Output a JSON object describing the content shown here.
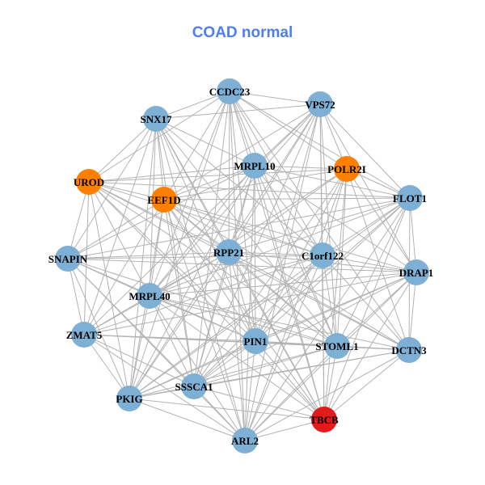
{
  "title": "COAD normal",
  "colors": {
    "default": "#7eb0d5",
    "orange": "#ff8000",
    "red": "#e31a1c",
    "edge": "#b3b3b3",
    "title": "#4f7ef0"
  },
  "nodes": [
    {
      "name": "CCDC23",
      "color": "default"
    },
    {
      "name": "VPS72",
      "color": "default"
    },
    {
      "name": "SNX17",
      "color": "default"
    },
    {
      "name": "MRPL10",
      "color": "default"
    },
    {
      "name": "POLR2I",
      "color": "orange"
    },
    {
      "name": "UROD",
      "color": "orange"
    },
    {
      "name": "EEF1D",
      "color": "orange"
    },
    {
      "name": "FLOT1",
      "color": "default"
    },
    {
      "name": "RPP21",
      "color": "default"
    },
    {
      "name": "C1orf122",
      "color": "default"
    },
    {
      "name": "SNAPIN",
      "color": "default"
    },
    {
      "name": "DRAP1",
      "color": "default"
    },
    {
      "name": "MRPL40",
      "color": "default"
    },
    {
      "name": "ZMAT5",
      "color": "default"
    },
    {
      "name": "PIN1",
      "color": "default"
    },
    {
      "name": "STOML1",
      "color": "default"
    },
    {
      "name": "DCTN3",
      "color": "default"
    },
    {
      "name": "SSSCA1",
      "color": "default"
    },
    {
      "name": "PKIG",
      "color": "default"
    },
    {
      "name": "TBCB",
      "color": "red"
    },
    {
      "name": "ARL2",
      "color": "default"
    }
  ],
  "adjacency": {
    "CCDC23": [
      "VPS72",
      "SNX17",
      "MRPL10",
      "POLR2I",
      "UROD",
      "EEF1D",
      "FLOT1",
      "RPP21",
      "C1orf122",
      "MRPL40",
      "PIN1",
      "STOML1",
      "DCTN3",
      "SSSCA1",
      "PKIG",
      "TBCB",
      "ARL2"
    ],
    "VPS72": [
      "SNX17",
      "MRPL10",
      "POLR2I",
      "EEF1D",
      "FLOT1",
      "RPP21",
      "C1orf122",
      "DRAP1",
      "MRPL40",
      "ZMAT5",
      "PIN1",
      "STOML1",
      "SSSCA1",
      "PKIG",
      "TBCB",
      "ARL2"
    ],
    "SNX17": [
      "MRPL10",
      "UROD",
      "EEF1D",
      "RPP21",
      "C1orf122",
      "SNAPIN",
      "MRPL40",
      "ZMAT5",
      "PIN1",
      "STOML1",
      "SSSCA1",
      "PKIG",
      "TBCB",
      "ARL2"
    ],
    "MRPL10": [
      "POLR2I",
      "UROD",
      "EEF1D",
      "FLOT1",
      "RPP21",
      "C1orf122",
      "SNAPIN",
      "DRAP1",
      "MRPL40",
      "PIN1",
      "STOML1",
      "SSSCA1",
      "PKIG",
      "TBCB",
      "ARL2"
    ],
    "POLR2I": [
      "UROD",
      "EEF1D",
      "FLOT1",
      "RPP21",
      "C1orf122",
      "DRAP1",
      "MRPL40",
      "PIN1",
      "STOML1",
      "DCTN3",
      "SSSCA1",
      "TBCB",
      "ARL2"
    ],
    "UROD": [
      "EEF1D",
      "FLOT1",
      "RPP21",
      "C1orf122",
      "SNAPIN",
      "MRPL40",
      "ZMAT5",
      "PIN1",
      "STOML1",
      "DCTN3",
      "PKIG",
      "TBCB"
    ],
    "EEF1D": [
      "FLOT1",
      "RPP21",
      "C1orf122",
      "SNAPIN",
      "DRAP1",
      "MRPL40",
      "ZMAT5",
      "PIN1",
      "STOML1",
      "DCTN3",
      "SSSCA1",
      "PKIG",
      "TBCB",
      "ARL2"
    ],
    "FLOT1": [
      "RPP21",
      "C1orf122",
      "SNAPIN",
      "DRAP1",
      "MRPL40",
      "PIN1",
      "STOML1",
      "DCTN3",
      "SSSCA1",
      "PKIG",
      "TBCB",
      "ARL2"
    ],
    "RPP21": [
      "C1orf122",
      "SNAPIN",
      "DRAP1",
      "MRPL40",
      "ZMAT5",
      "PIN1",
      "STOML1",
      "DCTN3",
      "SSSCA1",
      "PKIG",
      "TBCB",
      "ARL2"
    ],
    "C1orf122": [
      "SNAPIN",
      "DRAP1",
      "MRPL40",
      "ZMAT5",
      "PIN1",
      "STOML1",
      "DCTN3",
      "SSSCA1",
      "PKIG",
      "TBCB",
      "ARL2"
    ],
    "SNAPIN": [
      "DRAP1",
      "MRPL40",
      "ZMAT5",
      "PIN1",
      "STOML1",
      "SSSCA1",
      "PKIG",
      "ARL2"
    ],
    "DRAP1": [
      "MRPL40",
      "ZMAT5",
      "PIN1",
      "STOML1",
      "DCTN3",
      "SSSCA1",
      "PKIG",
      "TBCB",
      "ARL2"
    ],
    "MRPL40": [
      "ZMAT5",
      "PIN1",
      "STOML1",
      "DCTN3",
      "SSSCA1",
      "PKIG",
      "TBCB",
      "ARL2"
    ],
    "ZMAT5": [
      "PIN1",
      "STOML1",
      "DCTN3",
      "SSSCA1",
      "PKIG",
      "ARL2"
    ],
    "PIN1": [
      "STOML1",
      "DCTN3",
      "SSSCA1",
      "PKIG",
      "TBCB",
      "ARL2"
    ],
    "STOML1": [
      "DCTN3",
      "SSSCA1",
      "PKIG",
      "TBCB",
      "ARL2"
    ],
    "DCTN3": [
      "SSSCA1",
      "PKIG",
      "TBCB",
      "ARL2"
    ],
    "SSSCA1": [
      "PKIG",
      "TBCB",
      "ARL2"
    ],
    "PKIG": [
      "TBCB",
      "ARL2"
    ],
    "TBCB": [
      "ARL2"
    ]
  }
}
